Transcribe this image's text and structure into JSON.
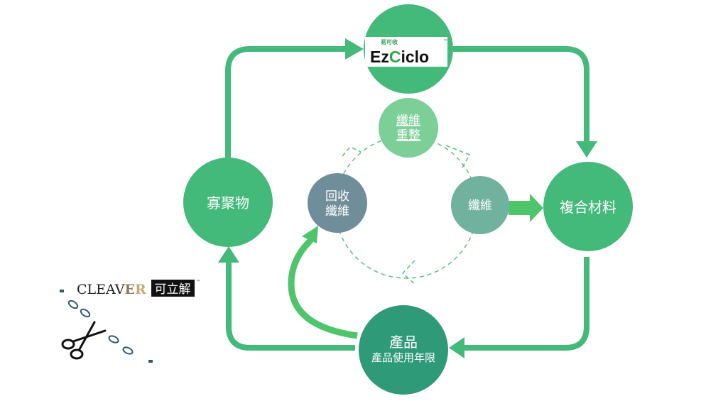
{
  "nodes": {
    "oligomer": "寡聚物",
    "composite": "複合材料",
    "product_title": "產品",
    "product_subtitle": "產品使用年限",
    "fiber_regroup_1": "纖維",
    "fiber_regroup_2": "重整",
    "recycle_1": "回收",
    "recycle_2": "纖維",
    "fiber": "纖維"
  },
  "logos": {
    "ezciclo_small": "易可收",
    "ezciclo_prefix": "Ez",
    "ezciclo_c": "C",
    "ezciclo_suffix": "iclo",
    "ezciclo_tm": "™",
    "cleaver_prefix": "CLEAV",
    "cleaver_e": "E",
    "cleaver_r": "R",
    "cleaver_cn": "可立解",
    "cleaver_tm": "™"
  },
  "colors": {
    "outer_green": "#43b97a",
    "dark_teal": "#2f9a78",
    "light_green": "#7ccf97",
    "slate": "#6f8e9a",
    "gray_teal": "#71b29f",
    "arrow_green": "#4ec46b",
    "dashed": "#57c27a",
    "cleaver_blue": "#2c5a74"
  }
}
